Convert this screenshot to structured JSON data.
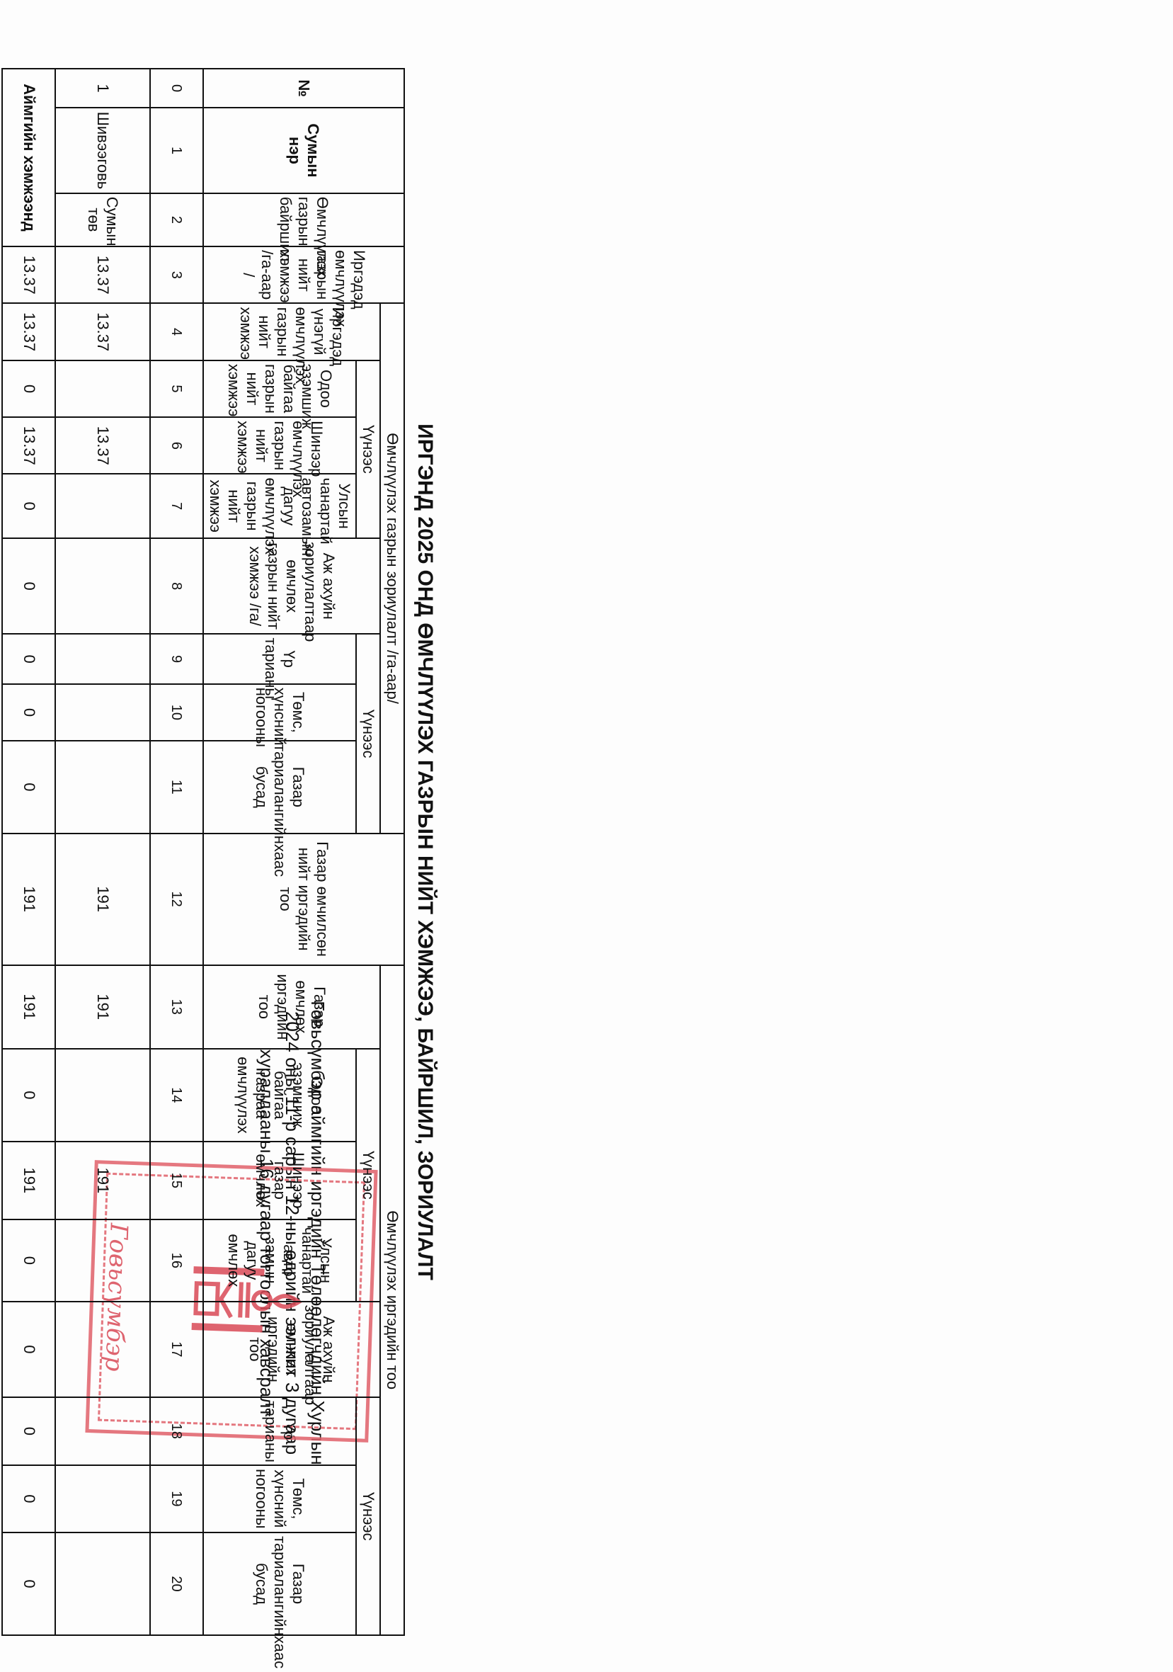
{
  "header_note": {
    "line1": "Говьсүмбэр аймгийн иргэдийн Төлөөлөгчдийн Хурлын",
    "line2": "2024 оны 11-р сарын 12-ны өдрийн ээлжит 3 дугаар",
    "line3": "хуралдааны 16 дугаар тогтоолын хавсралт"
  },
  "stamp": {
    "text": "Говьсүмбэр",
    "color": "#e0606a"
  },
  "table": {
    "title": "ИРГЭНД 2025 ОНД ӨМЧЛҮҮЛЭХ ГАЗРЫН НИЙТ ХЭМЖЭЭ, БАЙРШИЛ, ЗОРИУЛАЛТ",
    "headers": {
      "no": "№",
      "sum_name": "Сумын нэр",
      "location": "Өмчлүүлэх газрын байршил",
      "total_area": "Иргэдэд өмчлүүлэх газрын нийт хэмжээ /га-аар /",
      "purpose_group": "Өмчлүүлэх газрын зориулалт /га-аар/",
      "unregistered": "Иргэдэд үнэгүй өмчлүүлэх газрын нийт хэмжээ",
      "from_it": "Үүнээс",
      "current_possession": "Одоо эзэмшиж байгаа газрын нийт хэмжээ",
      "new_allocation": "Шинээр өмчлүүлэх газрын нийт хэмжээ",
      "along_road": "Улсын чанартай автозамын дагуу өмчлүүлэх газрын нийт хэмжээ",
      "business_purpose": "Аж ахуйн зориулалтаар өмчлөх газрын нийт хэмжээ /га/",
      "from_it2": "Үүнээс",
      "crop": "Үр тарианы",
      "vegetable": "Төмс, хүнсний ногооны",
      "other_crop": "Газар тариалангийнхаас бусад",
      "owners_total": "Газар өмчилсөн нийт иргэдийн тоо",
      "owners_group": "Өмчлүүлэх иргэдийн тоо",
      "land_owners": "Газар өмчлөх иргэдийн тоо",
      "from_it3": "Үүнээс",
      "current_owners": "Одоо эзэмшиж байгаа газраа өмчлүүлэх",
      "new_owners": "Шинээр газар өмчлөх",
      "road_owners": "Улсын чанартай авто замын дагуу өмчлөх",
      "business_owners": "Аж ахуйн зориулалтаар өмчлөх иргэдийн тоо",
      "from_it4": "Үүнээс",
      "crop_owners": "Үр тарианы",
      "vegetable_owners": "Төмс, хүнсний ногооны",
      "other_owners": "Газар тариалангийнхаас бусад"
    },
    "column_numbers": [
      "0",
      "1",
      "2",
      "3",
      "4",
      "5",
      "6",
      "7",
      "8",
      "9",
      "10",
      "11",
      "12",
      "13",
      "14",
      "15",
      "16",
      "17",
      "18",
      "19",
      "20"
    ],
    "rows": [
      [
        "1",
        "Шивээговь",
        "Сумын төв",
        "13.37",
        "13.37",
        "",
        "13.37",
        "",
        "",
        "",
        "",
        "",
        "191",
        "191",
        "",
        "191",
        "",
        "",
        "",
        "",
        ""
      ]
    ],
    "total_row": {
      "label": "Аймгийн хэмжээнд",
      "values": [
        "13.37",
        "13.37",
        "0",
        "13.37",
        "0",
        "0",
        "0",
        "0",
        "0",
        "191",
        "191",
        "0",
        "191",
        "0",
        "0",
        "0",
        "0",
        "0"
      ]
    }
  }
}
